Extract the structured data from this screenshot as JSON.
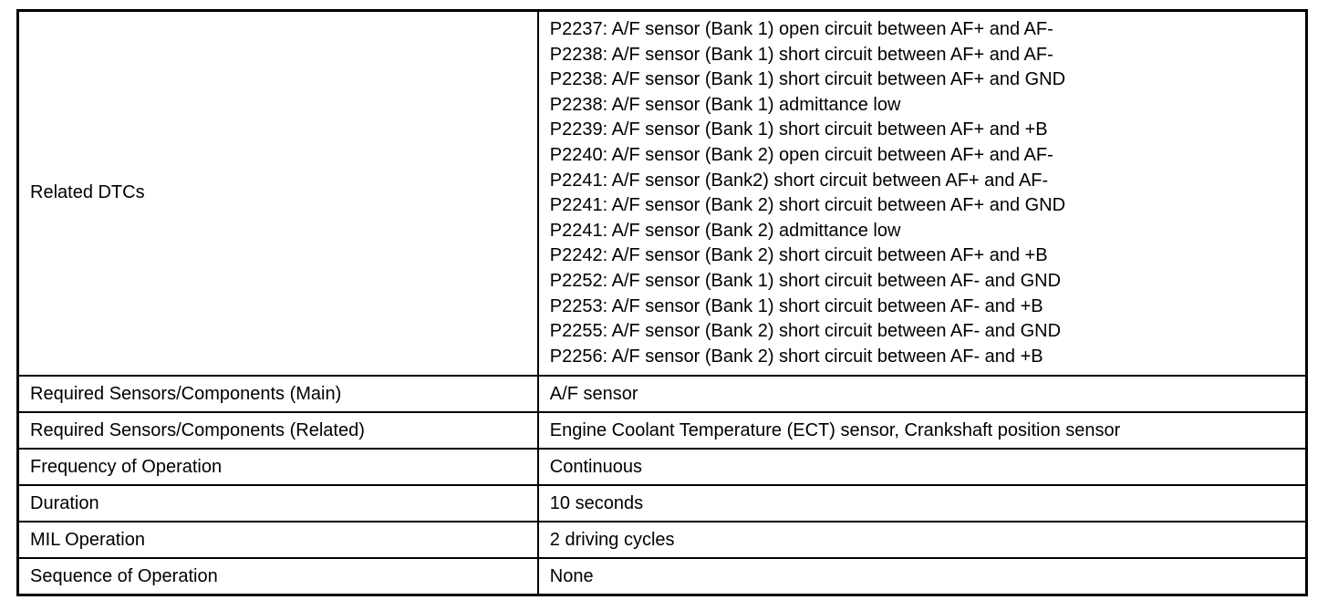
{
  "colors": {
    "border": "#000000",
    "text": "#000000",
    "background": "#ffffff"
  },
  "table": {
    "rows": [
      {
        "label": "Related DTCs",
        "values": [
          "P2237: A/F sensor (Bank 1) open circuit between AF+ and AF-",
          "P2238: A/F sensor (Bank 1) short circuit between AF+ and AF-",
          "P2238: A/F sensor (Bank 1) short circuit between AF+ and GND",
          "P2238: A/F sensor (Bank 1) admittance low",
          "P2239: A/F sensor (Bank 1) short circuit between AF+ and +B",
          "P2240: A/F sensor (Bank 2) open circuit between AF+ and AF-",
          "P2241: A/F sensor (Bank2) short circuit between AF+ and AF-",
          "P2241: A/F sensor (Bank 2) short circuit between AF+ and GND",
          "P2241: A/F sensor (Bank 2) admittance low",
          "P2242: A/F sensor (Bank 2) short circuit between AF+ and +B",
          "P2252: A/F sensor (Bank 1) short circuit between AF- and GND",
          "P2253: A/F sensor (Bank 1) short circuit between AF- and +B",
          "P2255: A/F sensor (Bank 2) short circuit between AF- and GND",
          "P2256: A/F sensor (Bank 2) short circuit between AF- and +B"
        ]
      },
      {
        "label": "Required Sensors/Components (Main)",
        "values": [
          "A/F sensor"
        ]
      },
      {
        "label": "Required Sensors/Components (Related)",
        "values": [
          "Engine Coolant Temperature (ECT) sensor, Crankshaft position sensor"
        ]
      },
      {
        "label": "Frequency of Operation",
        "values": [
          "Continuous"
        ]
      },
      {
        "label": "Duration",
        "values": [
          "10 seconds"
        ]
      },
      {
        "label": "MIL Operation",
        "values": [
          "2 driving cycles"
        ]
      },
      {
        "label": "Sequence of Operation",
        "values": [
          "None"
        ]
      }
    ]
  }
}
